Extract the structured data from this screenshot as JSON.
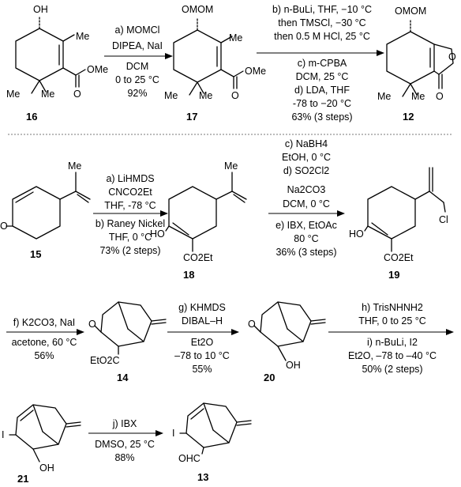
{
  "compounds": {
    "c16": "16",
    "c17": "17",
    "c12": "12",
    "c15": "15",
    "c18": "18",
    "c19": "19",
    "c14": "14",
    "c20": "20",
    "c21": "21",
    "c13": "13"
  },
  "atoms": {
    "oh": "OH",
    "me": "Me",
    "ome": "OMe",
    "o": "O",
    "omom": "OMOM",
    "ho": "HO",
    "co2et": "CO2Et",
    "eto2c": "EtO2C",
    "cl": "Cl",
    "i": "I",
    "ohc": "OHC"
  },
  "arrow1": {
    "above": [
      "a) MOMCl",
      "DIPEA, NaI"
    ],
    "below": [
      "DCM",
      "0 to 25 °C",
      "92%"
    ]
  },
  "arrow2": {
    "above": [
      "b) n-BuLi, THF, −10 °C",
      "then TMSCl, −30 °C",
      "then 0.5 M HCl, 25 °C"
    ],
    "below": [
      "c) m-CPBA",
      "DCM, 25 °C",
      "d) LDA, THF",
      "-78 to −20 °C",
      "63% (3 steps)"
    ]
  },
  "arrow3": {
    "above": [
      "a) LiHMDS",
      "CNCO2Et",
      "THF,  -78 °C"
    ],
    "below": [
      "b) Raney Nickel",
      "THF, 0 °C",
      "73% (2 steps)"
    ]
  },
  "arrow4": {
    "above": [
      "c) NaBH4",
      "EtOH, 0 °C",
      "d) SO2Cl2",
      "Na2CO3",
      "DCM, 0 °C"
    ],
    "below": [
      "e) IBX, EtOAc",
      "80 °C",
      "36% (3 steps)"
    ]
  },
  "arrow5": {
    "above": [
      "f) K2CO3, NaI"
    ],
    "below": [
      "acetone, 60 °C",
      "56%"
    ]
  },
  "arrow6": {
    "above": [
      "g) KHMDS",
      "DIBAL–H"
    ],
    "below": [
      "Et2O",
      "–78 to 10 °C",
      "55%"
    ]
  },
  "arrow7": {
    "above": [
      "h) TrisNHNH2",
      "THF, 0 to 25 °C"
    ],
    "below": [
      "i) n-BuLi, I2",
      "Et2O, –78 to –40 °C",
      "50% (2 steps)"
    ]
  },
  "arrow8": {
    "above": [
      "j) IBX"
    ],
    "below": [
      "DMSO, 25 °C",
      "88%"
    ]
  }
}
